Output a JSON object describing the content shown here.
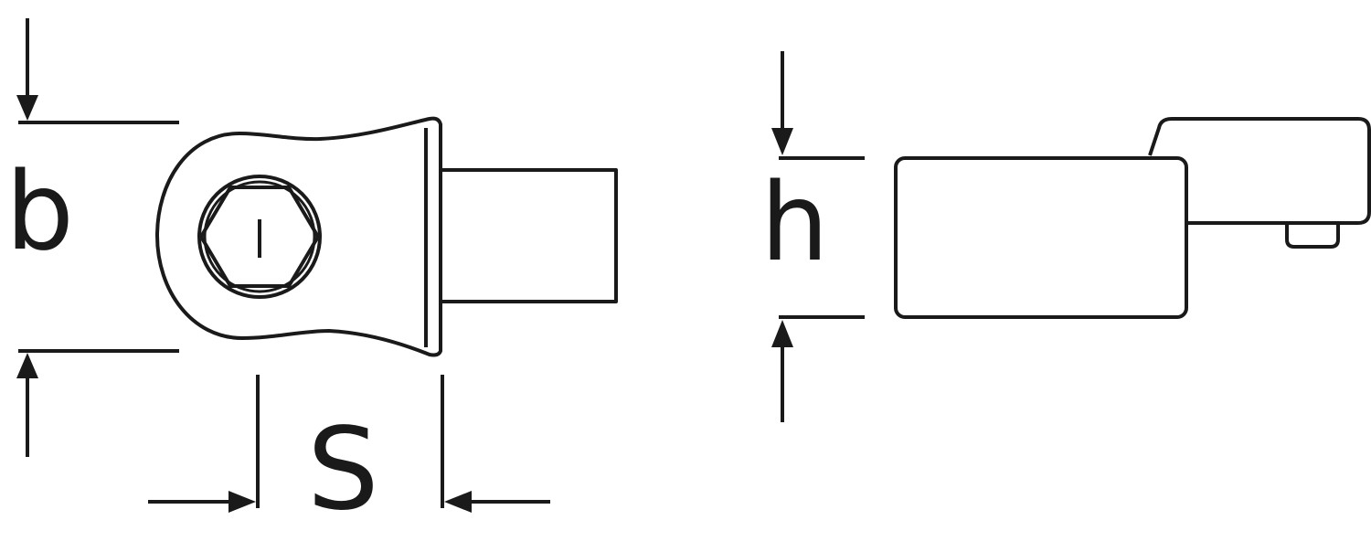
{
  "dimension_labels": {
    "b": "b",
    "s": "S",
    "h": "h"
  },
  "colors": {
    "ink": "#1a1a1a",
    "background": "#ffffff"
  }
}
